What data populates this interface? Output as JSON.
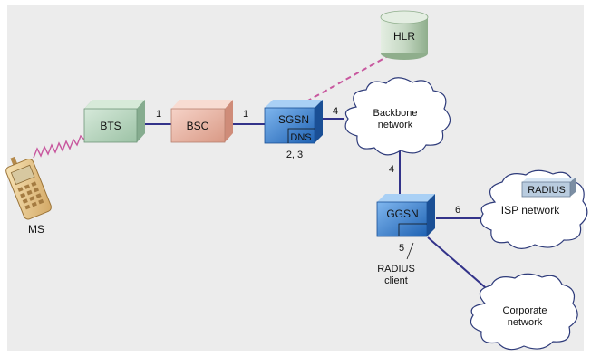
{
  "nodes": {
    "ms": "MS",
    "bts": "BTS",
    "bsc": "BSC",
    "sgsn": "SGSN",
    "dns": "DNS",
    "hlr": "HLR",
    "ggsn": "GGSN",
    "radius_server": "RADIUS",
    "backbone_line1": "Backbone",
    "backbone_line2": "network",
    "isp": "ISP network",
    "corporate_line1": "Corporate",
    "corporate_line2": "network",
    "radius_client_line1": "RADIUS",
    "radius_client_line2": "client"
  },
  "links": {
    "bts_bsc": "1",
    "bsc_sgsn": "1",
    "sgsn_backbone": "4",
    "backbone_ggsn": "4",
    "ggsn_isp": "6",
    "sgsn_steps": "2, 3",
    "ggsn_step": "5"
  },
  "colors": {
    "link": "#33338a",
    "hlr_link": "#c8579e",
    "radio_wave": "#c8579e",
    "bts": "#b9d6c1",
    "bsc": "#eab7a8",
    "sgsn": "#3d7fcc",
    "ggsn": "#3d7fcc",
    "hlr": "#c5d8c3",
    "cloud": "#ffffff",
    "background": "#ececec"
  }
}
